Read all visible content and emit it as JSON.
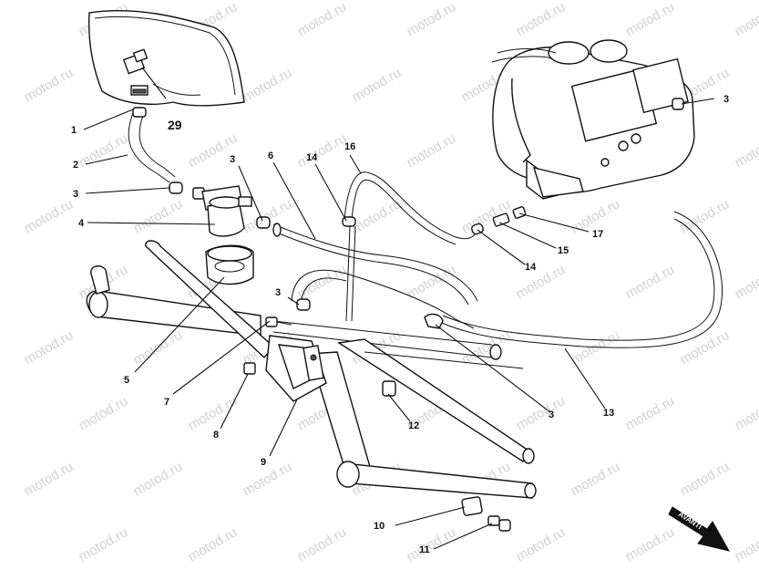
{
  "watermark": "motod.ru",
  "callouts": [
    {
      "id": "c1",
      "text": "1"
    },
    {
      "id": "c2",
      "text": "2"
    },
    {
      "id": "c3a",
      "text": "3"
    },
    {
      "id": "c3b",
      "text": "3"
    },
    {
      "id": "c3c",
      "text": "3"
    },
    {
      "id": "c3d",
      "text": "3"
    },
    {
      "id": "c3e",
      "text": "3"
    },
    {
      "id": "c4",
      "text": "4"
    },
    {
      "id": "c5",
      "text": "5"
    },
    {
      "id": "c6",
      "text": "6"
    },
    {
      "id": "c7",
      "text": "7"
    },
    {
      "id": "c8",
      "text": "8"
    },
    {
      "id": "c9",
      "text": "9"
    },
    {
      "id": "c10",
      "text": "10"
    },
    {
      "id": "c11",
      "text": "11"
    },
    {
      "id": "c12",
      "text": "12"
    },
    {
      "id": "c13",
      "text": "13"
    },
    {
      "id": "c14a",
      "text": "14"
    },
    {
      "id": "c14b",
      "text": "14"
    },
    {
      "id": "c15",
      "text": "15"
    },
    {
      "id": "c16",
      "text": "16"
    },
    {
      "id": "c17",
      "text": "17"
    },
    {
      "id": "c29",
      "text": "29"
    }
  ],
  "direction_badge": "AVANTI",
  "icons": {
    "direction": "forward-arrow-icon"
  }
}
